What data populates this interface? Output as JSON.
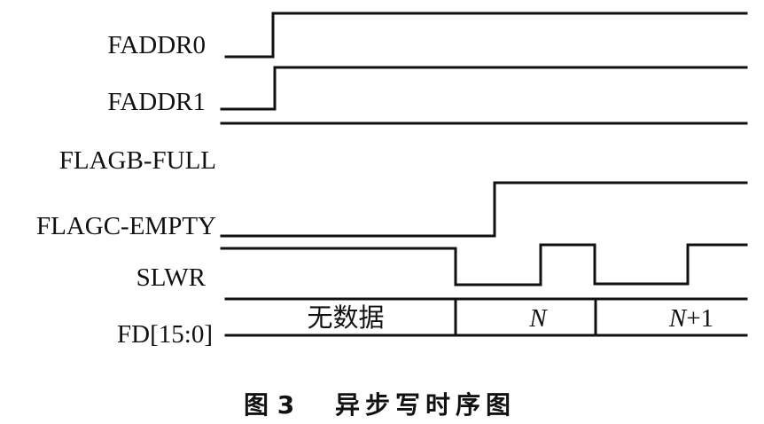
{
  "signals": [
    {
      "id": "faddr0",
      "label": "FADDR0"
    },
    {
      "id": "faddr1",
      "label": "FADDR1"
    },
    {
      "id": "flagb",
      "label": "FLAGB-FULL"
    },
    {
      "id": "flagc",
      "label": "FLAGC-EMPTY"
    },
    {
      "id": "slwr",
      "label": "SLWR"
    },
    {
      "id": "fd",
      "label": "FD[15:0]"
    }
  ],
  "bus": {
    "seg1": "无数据",
    "seg2": "N",
    "seg3_base": "N",
    "seg3_suffix": "+1"
  },
  "caption": {
    "figure": "图 3",
    "title": "异步写时序图"
  }
}
